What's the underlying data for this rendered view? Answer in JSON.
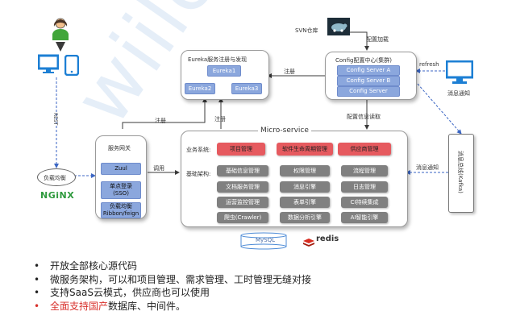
{
  "watermark": "wiiled",
  "labels": {
    "svn": "SVN仓库",
    "config_load": "配置加载",
    "refresh": "refresh",
    "msg_notify_top": "消息通知",
    "register_1": "注册",
    "register_2": "注册",
    "register_3": "注册",
    "config_read": "配置信息读取",
    "call": "调用",
    "msg_notify_right": "消息通知",
    "rest": "REST",
    "load_balance": "负载均衡",
    "nginx": "NGiNX"
  },
  "eureka": {
    "title": "Eureka服务注册与发现",
    "node1": "Eureka1",
    "node2": "Eureka2",
    "node3": "Eureka3"
  },
  "config": {
    "title": "Config配置中心(集群)",
    "servers": [
      "Config Server A",
      "Config Server B",
      "Config Server"
    ]
  },
  "gateway": {
    "title": "服务网关",
    "items": [
      "Zuul",
      "单点登录\n(SSO)",
      "负载均衡\nRibbon/feign"
    ]
  },
  "micro": {
    "title": "Micro-service",
    "business_label": "业务系统:",
    "basic_label": "基础架构:",
    "business": [
      "项目管理",
      "软件生命周期管理",
      "供应商管理"
    ],
    "basic_col1": [
      "基础信息管理",
      "文档服务管理",
      "运营监控管理",
      "爬虫(Crawler)"
    ],
    "basic_col2": [
      "权限管理",
      "消息引擎",
      "表单引擎",
      "数据分析引擎"
    ],
    "basic_col3": [
      "流程管理",
      "日志管理",
      "CI持续集成",
      "AI智能引擎"
    ]
  },
  "message_bus": "消息总线(Kafka)",
  "db": {
    "mysql": "MySQL",
    "redis": "redis"
  },
  "bullets": [
    {
      "text": "开放全部核心源代码",
      "highlight": ""
    },
    {
      "text": "微服务架构，可以和项目管理、需求管理、工时管理无缝对接",
      "highlight": ""
    },
    {
      "text": "支持SaaS云模式，供应商也可以使用",
      "highlight": ""
    },
    {
      "text": "数据库、中间件。",
      "highlight": "全面支持国产"
    }
  ],
  "bullet_glyph": "•",
  "colors": {
    "blue_box": "#8ba7dd",
    "gray_box": "#808080",
    "red_box": "#e65a5f",
    "arrow": "#3a3a3a",
    "dashed_blue": "#3b66c4",
    "highlight_text": "#d8312c"
  },
  "icons": [
    "user-icon",
    "desktop-icon",
    "tablet-icon",
    "svn-turtle-icon",
    "monitor-icon",
    "database-icon",
    "redis-icon"
  ]
}
